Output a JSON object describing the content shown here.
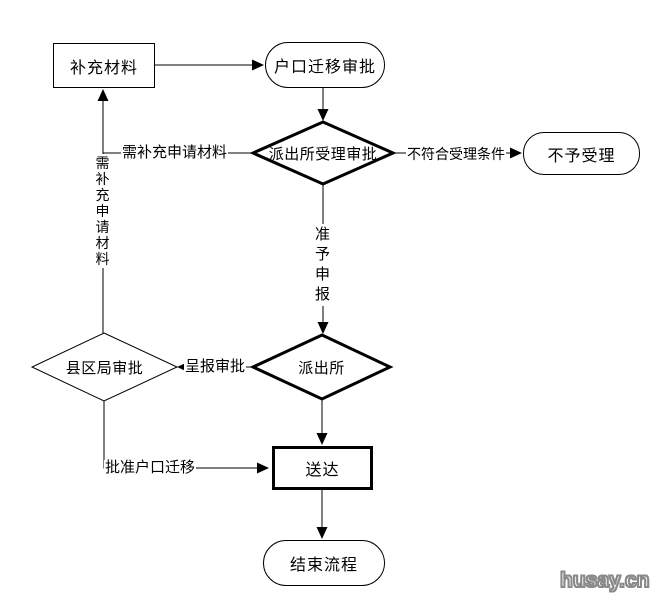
{
  "diagram": {
    "type": "flowchart",
    "colors": {
      "line": "#000000",
      "background": "#ffffff",
      "watermark_outline": "#8a8a8a",
      "watermark_fill": "#ffffff"
    },
    "nodes": {
      "supplement": {
        "label": "补充材料",
        "type": "process-rect"
      },
      "migration_approval": {
        "label": "户口迁移审批",
        "type": "terminator-stadium"
      },
      "acceptance_review": {
        "label": "派出所受理审批",
        "type": "decision-diamond-bold"
      },
      "rejected": {
        "label": "不予受理",
        "type": "terminator-stadium"
      },
      "police_station": {
        "label": "派出所",
        "type": "decision-diamond-bold"
      },
      "county_bureau": {
        "label": "县区局审批",
        "type": "decision-diamond"
      },
      "deliver": {
        "label": "送达",
        "type": "process-rect-bold"
      },
      "end": {
        "label": "结束流程",
        "type": "terminator-stadium"
      }
    },
    "edge_labels": {
      "need_supplement_horizontal": "需补充申请材料",
      "need_supplement_vertical": "需补充申请材料",
      "not_meet_conditions": "不符合受理条件",
      "approve_declare_vertical": "准予申报",
      "submit_for_approval": "呈报审批",
      "approve_migration": "批准户口迁移"
    }
  },
  "watermark": "husay.cn"
}
